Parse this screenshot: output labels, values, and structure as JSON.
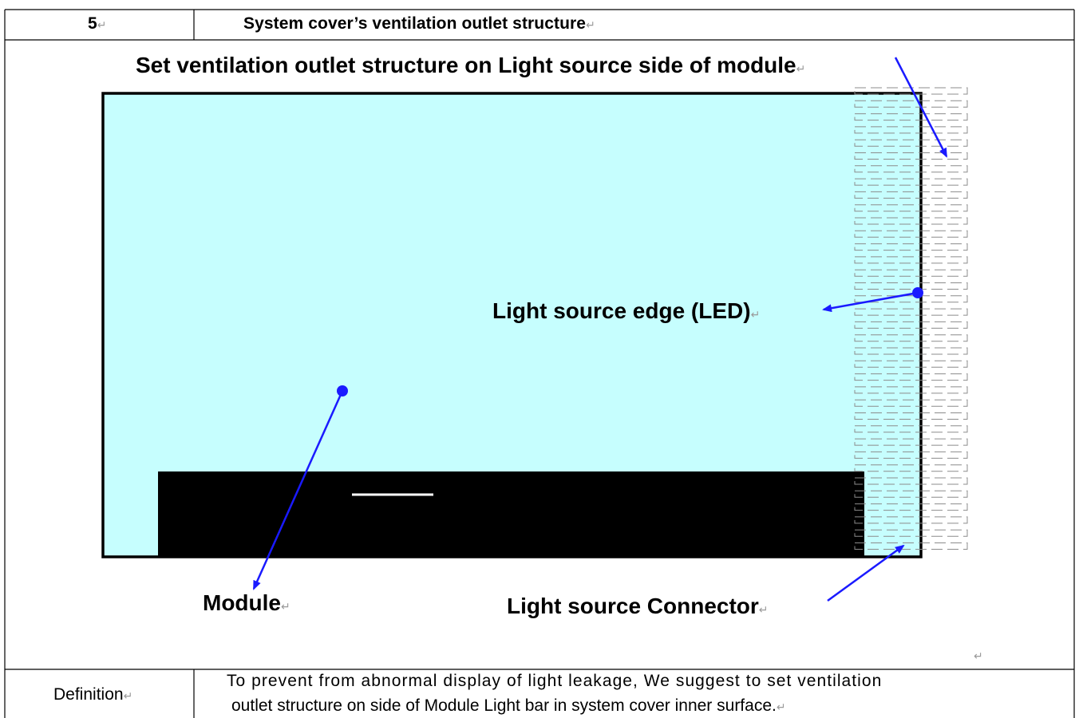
{
  "table": {
    "row_number": "5",
    "row_title": "System cover’s ventilation outlet structure",
    "definition_label": "Definition",
    "definition_line1": "To prevent from abnormal display of light leakage, We suggest to set ventilation",
    "definition_line2": "outlet structure on side of Module Light bar in system cover inner surface."
  },
  "diagram": {
    "title": "Set ventilation outlet structure on Light source side of module",
    "label_led": "Light source edge (LED)",
    "label_module": "Module",
    "label_connector": "Light source Connector",
    "paragraph_mark": "↵",
    "colors": {
      "panel_fill": "#c6fefe",
      "panel_border": "#000000",
      "pcb_fill": "#000000",
      "arrow": "#1a1aff",
      "vent_dash": "#8c8c8c",
      "grid_line": "#000000"
    }
  }
}
